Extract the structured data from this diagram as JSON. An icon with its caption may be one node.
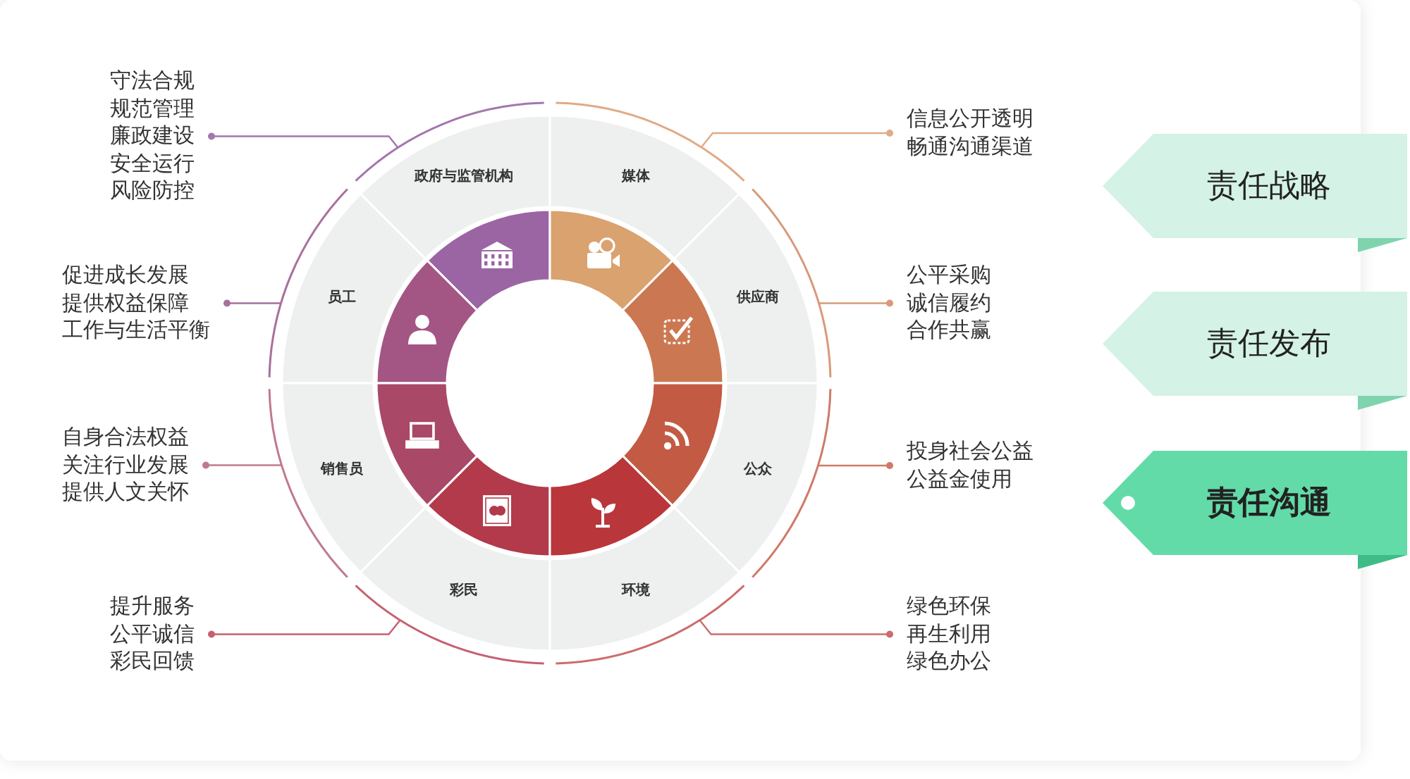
{
  "diagram": {
    "nodes": [
      {
        "text": [
          "政府与监管机构"
        ]
      },
      {
        "text": [
          "媒体"
        ]
      },
      {
        "text": [
          "员工"
        ]
      },
      {
        "text": [
          "供应商"
        ]
      },
      {
        "text": [
          "销售员"
        ]
      },
      {
        "text": [
          "公众"
        ]
      },
      {
        "text": [
          "彩民"
        ]
      },
      {
        "text": [
          "环境"
        ]
      },
      {
        "text": [
          "守法合规",
          "规范管理",
          "廉政建设",
          "安全运行",
          "风险防控"
        ]
      },
      {
        "text": [
          "信息公开透明",
          "畅通沟通渠道"
        ]
      },
      {
        "text": [
          "促进成长发展",
          "提供权益保障",
          "工作与生活平衡"
        ]
      },
      {
        "text": [
          "公平采购",
          "诚信履约",
          "合作共赢"
        ]
      },
      {
        "text": [
          "自身合法权益",
          "关注行业发展",
          "提供人文关怀"
        ]
      },
      {
        "text": [
          "投身社会公益",
          "公益金使用"
        ]
      },
      {
        "text": [
          "提升服务",
          "公平诚信",
          "彩民回馈"
        ]
      },
      {
        "text": [
          "绿色环保",
          "再生利用",
          "绿色办公"
        ]
      },
      {
        "text": [
          "责任战略"
        ]
      },
      {
        "text": [
          "责任发布"
        ]
      },
      {
        "text": [
          "责任沟通"
        ]
      }
    ],
    "edges": [
      {
        "from": 8,
        "to": 0,
        "arrow": "other",
        "color": "#a476ae"
      },
      {
        "from": 9,
        "to": 1,
        "arrow": "other",
        "color": "#e0ab85"
      },
      {
        "from": 10,
        "to": 2,
        "arrow": "other",
        "color": "#a8709a"
      },
      {
        "from": 11,
        "to": 3,
        "arrow": "other",
        "color": "#d79a7a"
      },
      {
        "from": 12,
        "to": 4,
        "arrow": "other",
        "color": "#c07a8c"
      },
      {
        "from": 13,
        "to": 5,
        "arrow": "other",
        "color": "#cf7a68"
      },
      {
        "from": 14,
        "to": 6,
        "arrow": "other",
        "color": "#c56070"
      },
      {
        "from": 15,
        "to": 7,
        "arrow": "other",
        "color": "#cc6c6c"
      }
    ]
  }
}
